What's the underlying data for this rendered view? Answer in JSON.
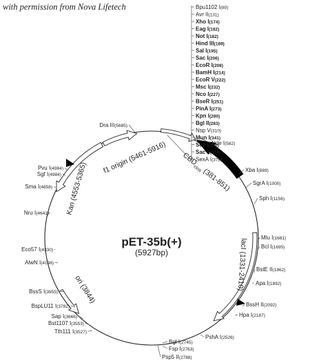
{
  "watermark": "with permission from Nova Lifetech",
  "plasmid": {
    "name": "pET-35b(+)",
    "size": "(5927bp)"
  },
  "sites": [
    {
      "name": "Bpu1102 I",
      "pos": "(80)",
      "bold": false
    },
    {
      "name": "Avr II",
      "pos": "(131)",
      "bold": false
    },
    {
      "name": "Xho I",
      "pos": "(174)",
      "bold": true
    },
    {
      "name": "Eag I",
      "pos": "(182)",
      "bold": true
    },
    {
      "name": "Not I",
      "pos": "(182)",
      "bold": true
    },
    {
      "name": "Hind III",
      "pos": "(189)",
      "bold": true
    },
    {
      "name": "Sal I",
      "pos": "(195)",
      "bold": true
    },
    {
      "name": "Sac I",
      "pos": "(206)",
      "bold": true
    },
    {
      "name": "EcoR I",
      "pos": "(208)",
      "bold": true
    },
    {
      "name": "BamH I",
      "pos": "(214)",
      "bold": true
    },
    {
      "name": "EcoR V",
      "pos": "(222)",
      "bold": true
    },
    {
      "name": "Msc I",
      "pos": "(232)",
      "bold": true
    },
    {
      "name": "Nco I",
      "pos": "(227)",
      "bold": true
    },
    {
      "name": "BseR I",
      "pos": "(251)",
      "bold": true
    },
    {
      "name": "PinA I",
      "pos": "(273)",
      "bold": true
    },
    {
      "name": "Kpn I",
      "pos": "(280)",
      "bold": true
    },
    {
      "name": "Bgl II",
      "pos": "(283)",
      "bold": true
    },
    {
      "name": "Nsp V",
      "pos": "(310)",
      "bold": false
    },
    {
      "name": "Mun I",
      "pos": "(341)",
      "bold": true
    },
    {
      "name": "Sca I",
      "pos": "(350)",
      "bold": true
    },
    {
      "name": "Sac II",
      "pos": "(374)",
      "bold": true
    },
    {
      "name": "SexA I",
      "pos": "(378)",
      "bold": false
    }
  ],
  "outer_sites": [
    {
      "name": "Nde I",
      "pos": "(582)"
    },
    {
      "name": "Xba I",
      "pos": "(889)"
    },
    {
      "name": "SgrA I",
      "pos": "(1000)"
    },
    {
      "name": "Sph I",
      "pos": "(1156)"
    },
    {
      "name": "Mlu I",
      "pos": "(1681)"
    },
    {
      "name": "Bcl I",
      "pos": "(1695)"
    },
    {
      "name": "BstE II",
      "pos": "(1862)"
    },
    {
      "name": "Apa I",
      "pos": "(1892)"
    },
    {
      "name": "BssH II",
      "pos": "(2092)"
    },
    {
      "name": "Hpa I",
      "pos": "(2187)"
    },
    {
      "name": "PshA I",
      "pos": "(2526)"
    },
    {
      "name": "Bgl I",
      "pos": "(2745)"
    },
    {
      "name": "Fsp I",
      "pos": "(2763)"
    },
    {
      "name": "Psp5 II",
      "pos": "(2788)"
    },
    {
      "name": "Tth111 I",
      "pos": "(3527)"
    },
    {
      "name": "Bst1107 I",
      "pos": "(3553)"
    },
    {
      "name": "Sap I",
      "pos": "(3666)"
    },
    {
      "name": "BspLU11 I",
      "pos": "(3782)"
    },
    {
      "name": "BssS I",
      "pos": "(3955)"
    },
    {
      "name": "AlwN I",
      "pos": "(4198)"
    },
    {
      "name": "Eco57 I",
      "pos": "(4330)"
    },
    {
      "name": "Nru I",
      "pos": "(4641)"
    },
    {
      "name": "Sma I",
      "pos": "(4858)"
    },
    {
      "name": "Sgf I",
      "pos": "(4984)"
    },
    {
      "name": "Pvu I",
      "pos": "(4984)"
    },
    {
      "name": "Dra III",
      "pos": "(5685)"
    }
  ],
  "features": {
    "cbd_name": "CBD",
    "cbd_sub": "clos",
    "cbd_range": "(381-851)",
    "laci": "lacI (1331-2410)",
    "ori": "ori (3844)",
    "kan": "Kan (4553-5365)",
    "f1": "f1 origin (5461-5916)"
  }
}
